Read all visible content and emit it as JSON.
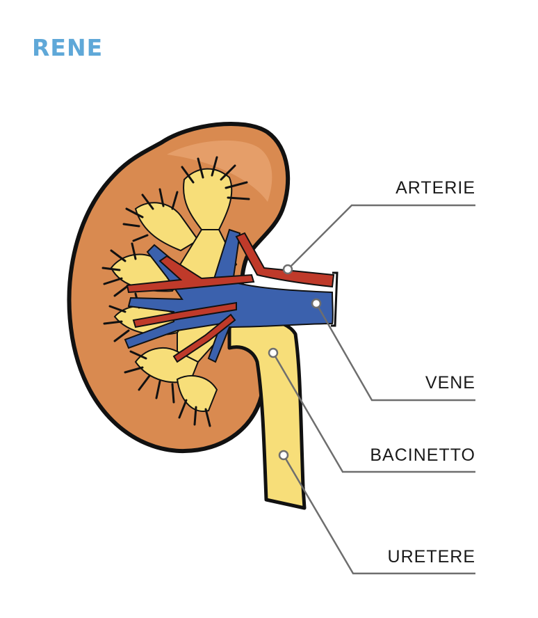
{
  "title": "RENE",
  "labels": {
    "arterie": "ARTERIE",
    "vene": "VENE",
    "bacinetto": "BACINETTO",
    "uretere": "URETERE"
  },
  "colors": {
    "title": "#5fa8d8",
    "kidney": "#d98a50",
    "kidney_shade": "#e9a673",
    "pyramid": "#f7de79",
    "vein": "#3b61ad",
    "artery": "#bf3a2a",
    "outline": "#111111",
    "leader": "#6e6e6e",
    "label": "#1a1a1a"
  }
}
